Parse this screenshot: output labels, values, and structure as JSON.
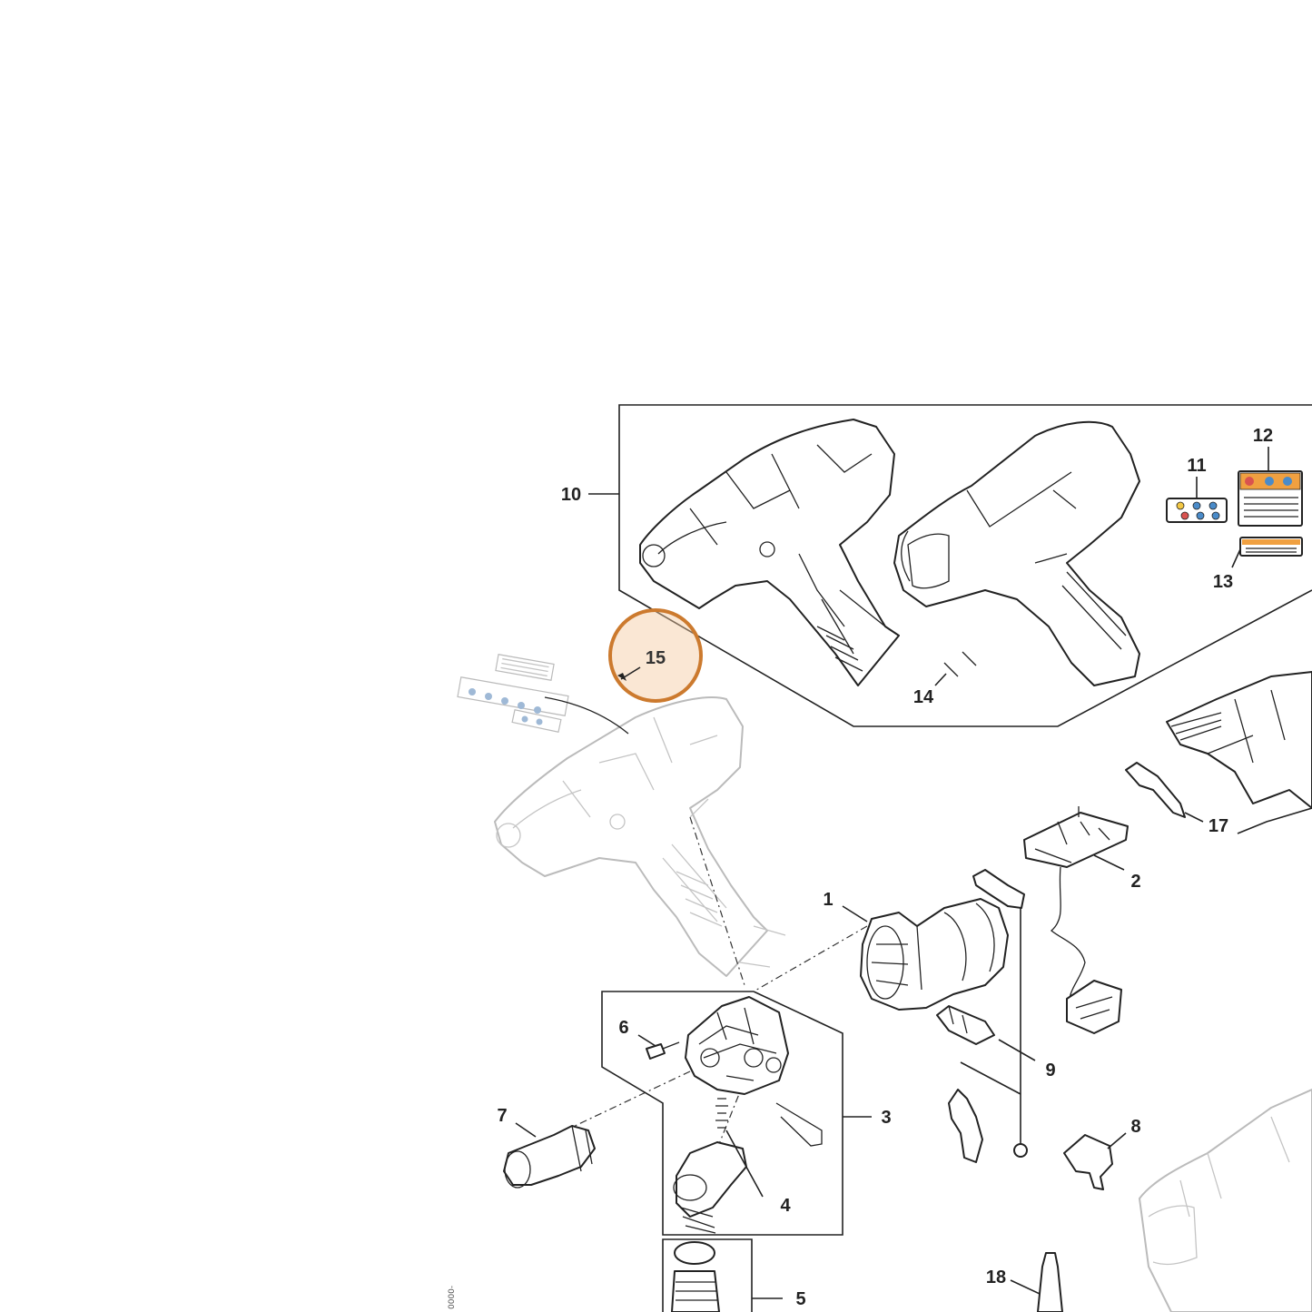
{
  "callouts": {
    "c1": "1",
    "c2": "2",
    "c3": "3",
    "c4": "4",
    "c5": "5",
    "c6": "6",
    "c7": "7",
    "c8": "8",
    "c9": "9",
    "c10": "10",
    "c11": "11",
    "c12": "12",
    "c13": "13",
    "c14": "14",
    "c15": "15",
    "c17": "17",
    "c18": "18"
  },
  "highlight": {
    "target": "15",
    "color": "#cc7a2e",
    "fill": "#f3c9a0"
  },
  "side_code": "0000-"
}
